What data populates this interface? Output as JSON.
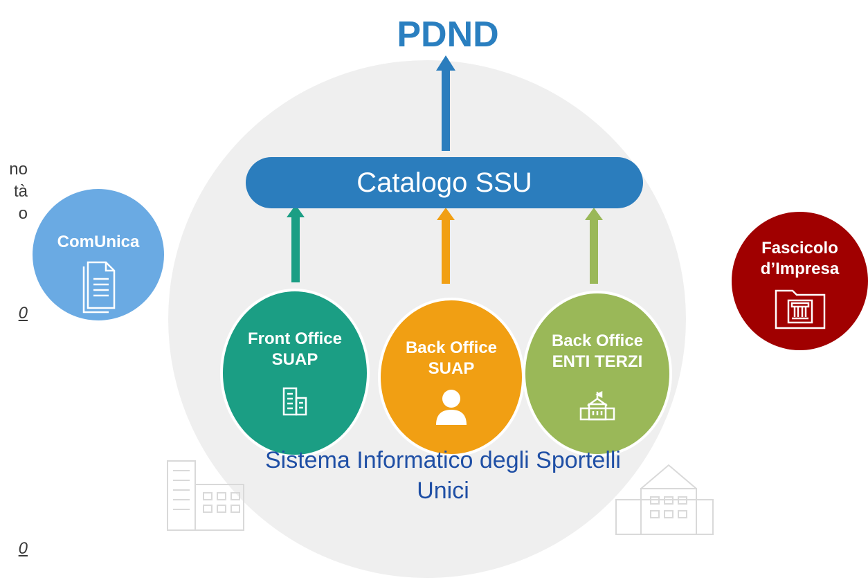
{
  "left_fragments": {
    "line1": "no",
    "line2": "tà",
    "line3": "o",
    "line4": "0",
    "line5": "0"
  },
  "title": "PDND",
  "catalog": {
    "label": "Catalogo SSU"
  },
  "nodes": {
    "front_office": {
      "line1": "Front Office",
      "line2": "SUAP",
      "icon": "office-building-icon"
    },
    "back_office": {
      "line1": "Back Office",
      "line2": "SUAP",
      "icon": "user-icon"
    },
    "enti_terzi": {
      "line1": "Back Office",
      "line2": "ENTI TERZI",
      "icon": "school-building-icon"
    }
  },
  "comunica": {
    "label": "ComUnica",
    "icon": "document-icon"
  },
  "fascicolo": {
    "line1": "Fascicolo",
    "line2": "d’Impresa",
    "icon": "folder-institution-icon"
  },
  "sistema": {
    "line1": "Sistema Informatico degli Sportelli",
    "line2": "Unici"
  },
  "colors": {
    "pdnd": "#2a7fc0",
    "catalog": "#2b7dbd",
    "front_office": "#1b9e84",
    "back_office": "#f19f13",
    "enti_terzi": "#9ab858",
    "comunica": "#6aaae3",
    "fascicolo": "#a00000",
    "sistema_text": "#1f4fa5"
  }
}
